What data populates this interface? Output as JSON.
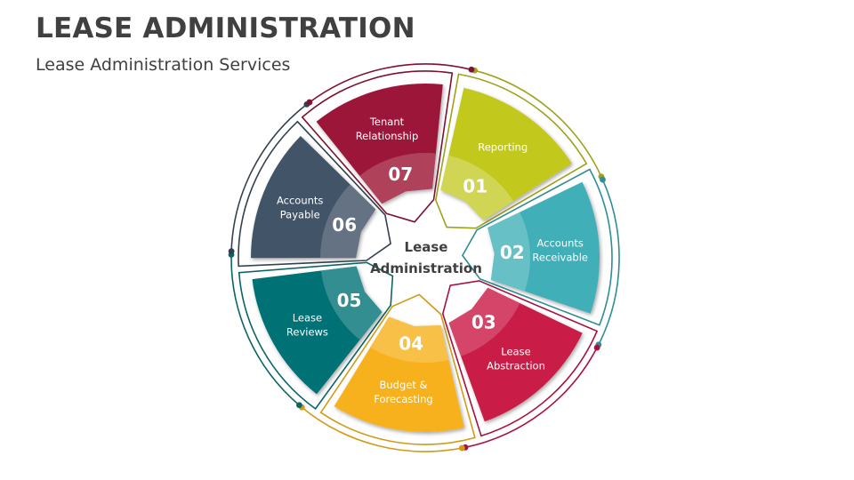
{
  "header": {
    "title": "LEASE ADMINISTRATION",
    "subtitle": "Lease Administration Services"
  },
  "center": {
    "line1": "Lease",
    "line2": "Administration"
  },
  "segments": [
    {
      "number": "01",
      "label_line1": "Reporting",
      "label_line2": "",
      "color": "#C3C81F",
      "highlight": "#D2D65A"
    },
    {
      "number": "02",
      "label_line1": "Accounts",
      "label_line2": "Receivable",
      "color": "#3FAFB7",
      "highlight": "#6CC2C8"
    },
    {
      "number": "03",
      "label_line1": "Lease",
      "label_line2": "Abstraction",
      "color": "#C91A47",
      "highlight": "#D54A6D"
    },
    {
      "number": "04",
      "label_line1": "Budget &",
      "label_line2": "Forecasting",
      "color": "#F6B11E",
      "highlight": "#F8C24D"
    },
    {
      "number": "05",
      "label_line1": "Lease",
      "label_line2": "Reviews",
      "color": "#047174",
      "highlight": "#379194"
    },
    {
      "number": "06",
      "label_line1": "Accounts",
      "label_line2": "Payable",
      "color": "#435468",
      "highlight": "#687687"
    },
    {
      "number": "07",
      "label_line1": "Tenant",
      "label_line2": "Relationship",
      "color": "#9B1438",
      "highlight": "#B1465F"
    }
  ],
  "outline_colors": [
    "#9EA21A",
    "#2E8D96",
    "#A6123D",
    "#D19A17",
    "#0B6566",
    "#33414F",
    "#7E1230"
  ]
}
